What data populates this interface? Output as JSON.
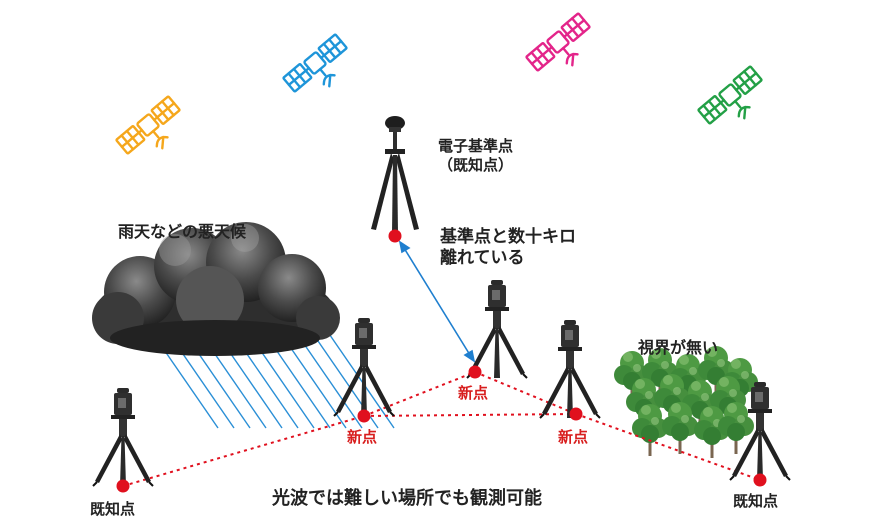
{
  "labels": {
    "gnss_station_line1": "電子基準点",
    "gnss_station_line2": "（既知点）",
    "distance_line1": "基準点と数十キロ",
    "distance_line2": "離れている",
    "bad_weather": "雨天などの悪天候",
    "no_visibility": "視界が無い",
    "new_point": "新点",
    "known_point": "既知点",
    "caption": "光波では難しい場所でも観測可能"
  },
  "colors": {
    "satellite_1": "#f5a71c",
    "satellite_2": "#1e95d9",
    "satellite_3": "#e3258a",
    "satellite_4": "#23a046",
    "rain": "#2a8fd6",
    "point": "#e0101e",
    "dotted_line": "#e0101e",
    "arrow": "#1f7fcf",
    "tree": "#3d8a3c"
  },
  "icons": [
    "satellite-icon",
    "gnss-antenna-tripod-icon",
    "survey-instrument-tripod-icon",
    "rain-cloud-icon",
    "tree-icon"
  ]
}
